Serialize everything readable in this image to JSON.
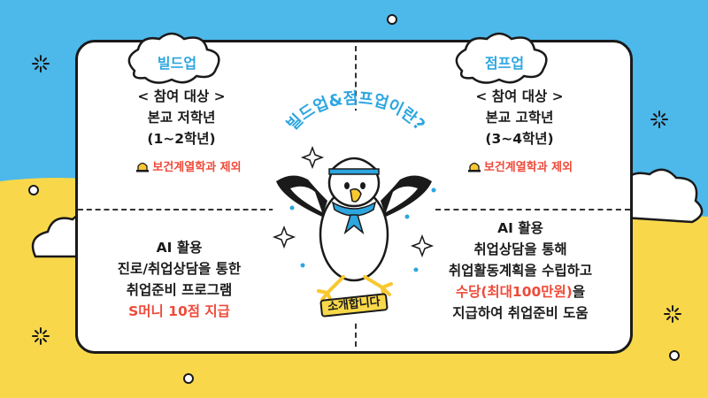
{
  "colors": {
    "sky": "#4DB8EA",
    "sand": "#F8D84A",
    "accent_red": "#EE4B3A",
    "accent_blue": "#2DA6E0"
  },
  "title": "빌드업&점프업이란?",
  "buildup": {
    "badge": "빌드업",
    "target_heading": "< 참여 대상 >",
    "target_line1": "본교 저학년",
    "target_line2": "(1~2학년)",
    "exclusion": "보건계열학과 제외",
    "benefit_lines": [
      "AI 활용",
      "진로/취업상담을 통한",
      "취업준비 프로그램"
    ],
    "benefit_highlight": "S머니 10점 지급"
  },
  "jumpup": {
    "badge": "점프업",
    "target_heading": "< 참여 대상 >",
    "target_line1": "본교 고학년",
    "target_line2": "(3~4학년)",
    "exclusion": "보건계열학과 제외",
    "benefit_lines": [
      "AI 활용",
      "취업상담을 통해",
      "취업활동계획을 수립하고"
    ],
    "benefit_highlight": "수당(최대100만원)",
    "benefit_highlight_suffix": "을",
    "benefit_last": "지급하여 취업준비 도움"
  },
  "mascot_tag": "소개합니다",
  "icons": {
    "siren": "siren-icon",
    "sparkle": "sparkle-icon",
    "mascot": "seagull-mascot"
  }
}
